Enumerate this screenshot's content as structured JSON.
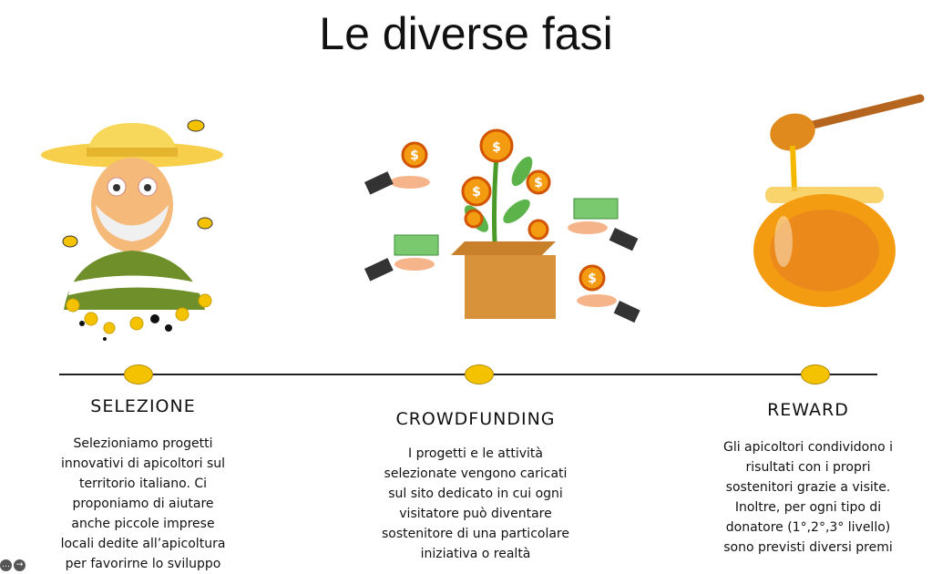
{
  "slide": {
    "title": "Le diverse fasi"
  },
  "phases": [
    {
      "title": "SELEZIONE",
      "text": [
        "Selezioniamo progetti",
        "innovativi di apicoltori sul",
        "territorio italiano. Ci",
        "proponiamo di aiutare",
        "anche piccole imprese",
        "locali dedite all’apicoltura",
        "per favorirne lo sviluppo"
      ]
    },
    {
      "title": "CROWDFUNDING",
      "text": [
        "I progetti e le attività",
        "selezionate vengono caricati",
        "sul sito dedicato in cui ogni",
        "visitatore può diventare",
        "sostenitore di una particolare",
        "iniziativa o realtà"
      ]
    },
    {
      "title": "REWARD",
      "text": [
        "Gli apicoltori condividono i",
        "risultati con i propri",
        "sostenitori grazie a visite.",
        "Inoltre, per ogni tipo di",
        "donatore (1°,2°,3° livello)",
        "sono previsti diversi premi"
      ]
    }
  ],
  "icons": {
    "coin": "$",
    "more": "…",
    "next": "→"
  },
  "colors": {
    "accent": "#f5c200",
    "honey": "#f39c12"
  }
}
